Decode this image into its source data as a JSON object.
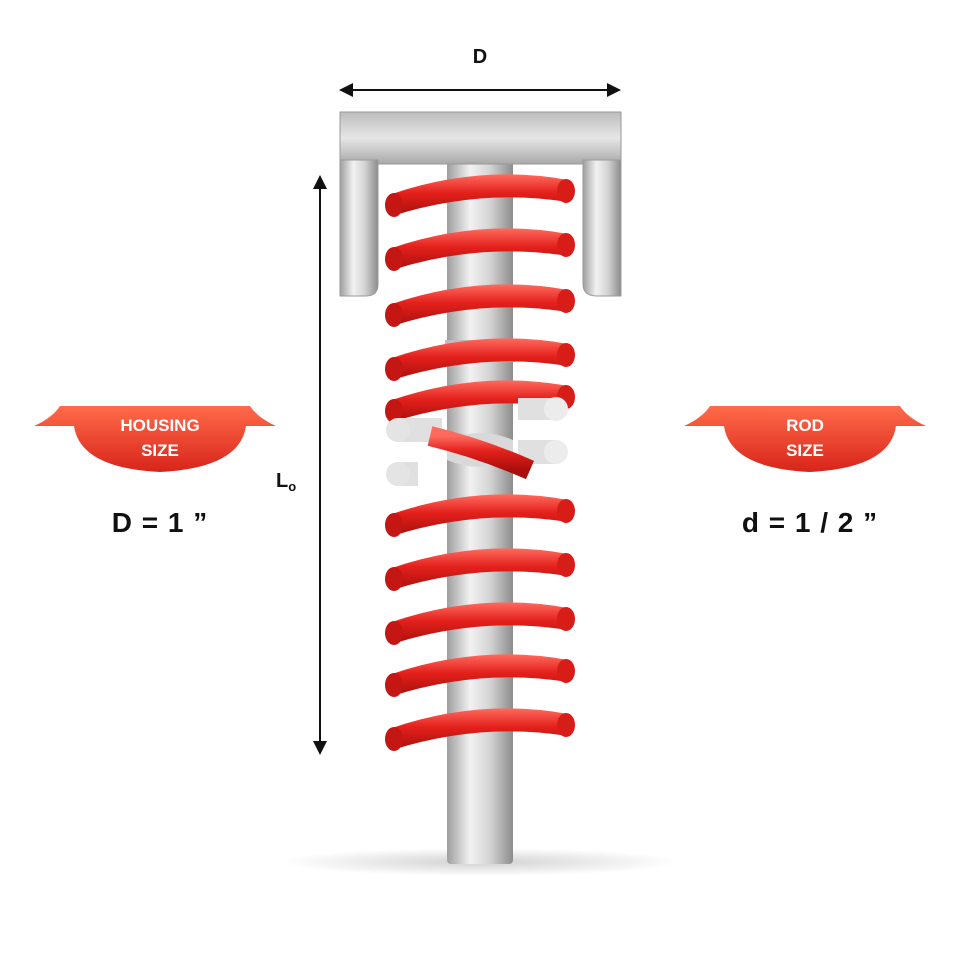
{
  "dimensions": {
    "housing_diameter_symbol": "D",
    "free_length_symbol": "L",
    "free_length_subscript": "o"
  },
  "badges": {
    "housing": {
      "line1": "HOUSING",
      "line2": "SIZE",
      "value": "D = 1 ”"
    },
    "rod": {
      "line1": "ROD",
      "line2": "SIZE",
      "value": "d = 1 / 2 ”"
    }
  },
  "colors": {
    "spring": "#e3201b",
    "badge": "#e8321f",
    "metal": "#c9c9c9"
  }
}
